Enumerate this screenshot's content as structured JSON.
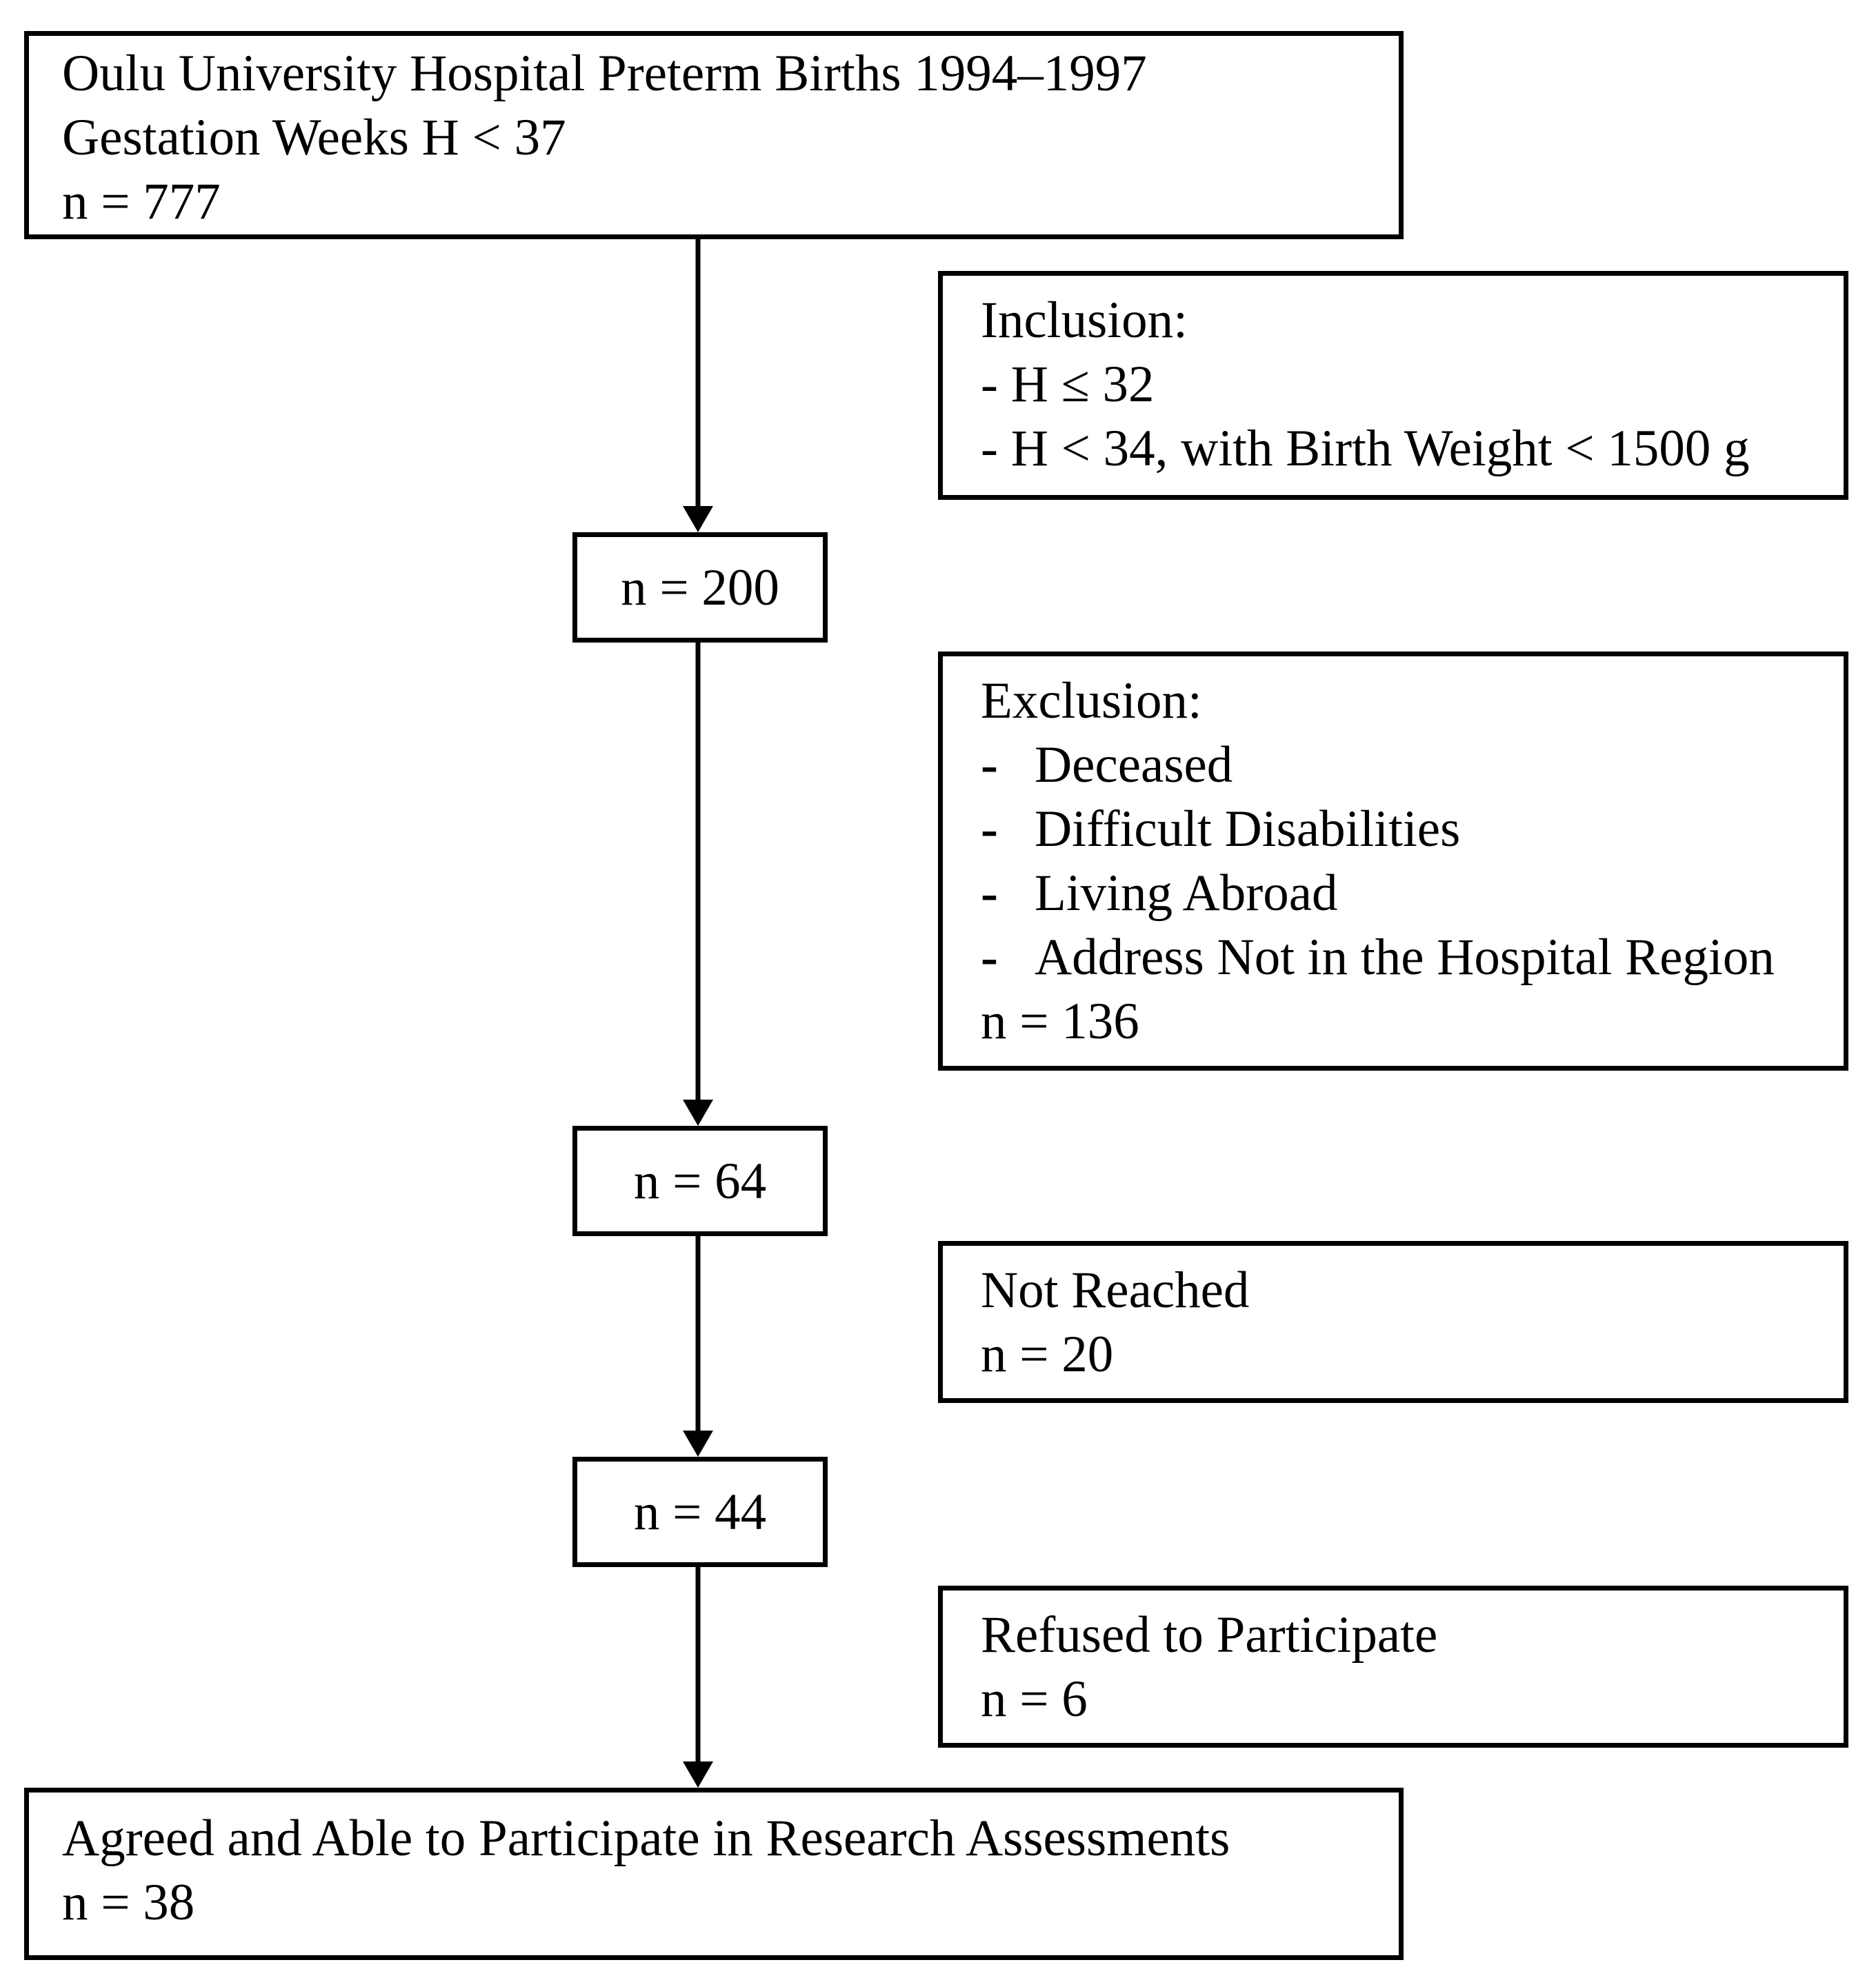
{
  "figure": {
    "type": "participant-flow-diagram",
    "background_color": "#ffffff",
    "line_color": "#000000",
    "text_color": "#000000"
  },
  "boxes": {
    "source": {
      "line1": "Oulu University Hospital Preterm Births 1994–1997",
      "line2": "Gestation Weeks H < 37",
      "line3": "n = 777"
    },
    "inclusion": {
      "title": "Inclusion:",
      "items": [
        "- H ≤ 32",
        "- H < 34, with Birth Weight < 1500 g"
      ]
    },
    "n200": {
      "label": "n = 200"
    },
    "exclusion": {
      "title": "Exclusion:",
      "bullet": "-",
      "items": [
        "Deceased",
        "Difficult Disabilities",
        "Living Abroad",
        "Address Not in the Hospital Region"
      ],
      "count": "n = 136"
    },
    "n64": {
      "label": "n = 64"
    },
    "not_reached": {
      "title": "Not Reached",
      "count": "n = 20"
    },
    "n44": {
      "label": "n = 44"
    },
    "refused": {
      "title": "Refused to Participate",
      "count": "n = 6"
    },
    "final": {
      "title": "Agreed and Able to Participate in Research Assessments",
      "count": "n = 38"
    }
  }
}
